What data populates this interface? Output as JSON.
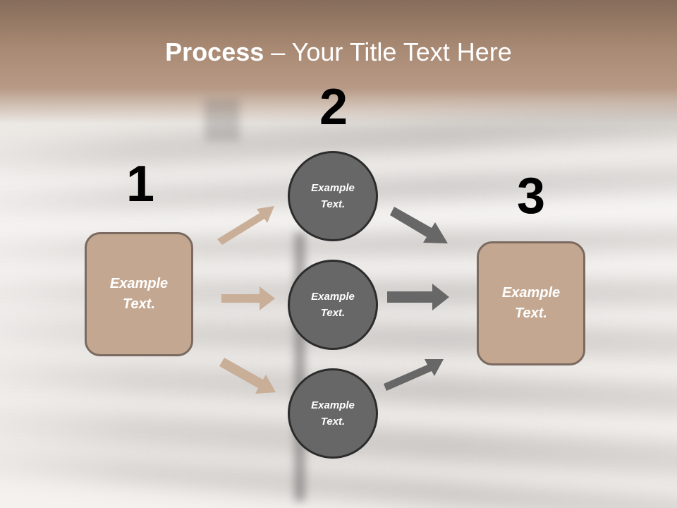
{
  "title": {
    "bold": "Process",
    "rest": " – Your Title Text Here"
  },
  "steps": [
    {
      "number": "1",
      "text": "Example\nText."
    },
    {
      "number": "2",
      "items": [
        "Example\nText.",
        "Example\nText.",
        "Example\nText."
      ]
    },
    {
      "number": "3",
      "text": "Example\nText."
    }
  ],
  "colors": {
    "box_fill": "#c4a790",
    "box_border": "#7a6a60",
    "circle_fill": "#676767",
    "circle_border": "#2c2c2c",
    "arrow_in": "#c9ae98",
    "arrow_out": "#676767",
    "title_bar": "#a98a74"
  }
}
